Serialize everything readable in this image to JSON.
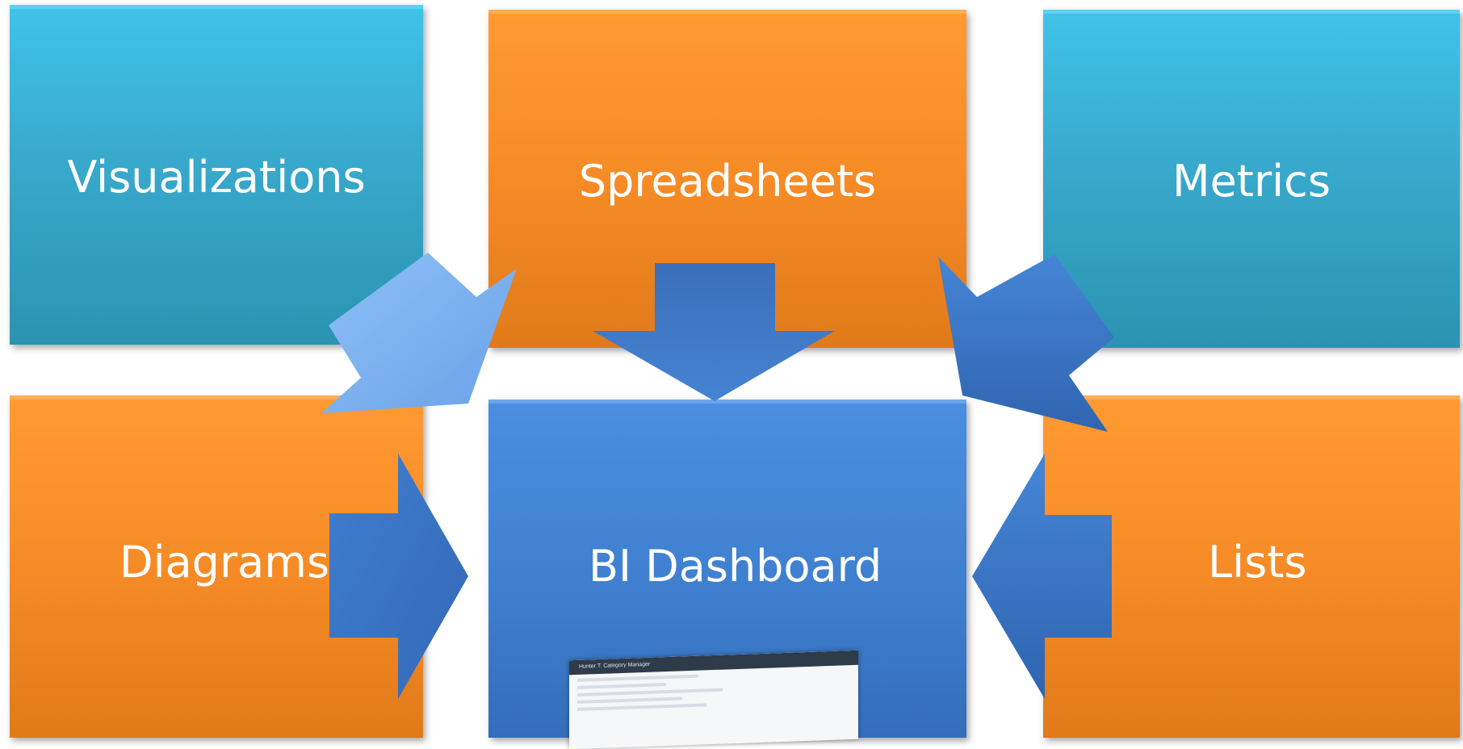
{
  "diagram": {
    "tiles": {
      "visualizations": "Visualizations",
      "spreadsheets": "Spreadsheets",
      "metrics": "Metrics",
      "diagrams": "Diagrams",
      "lists": "Lists",
      "bi_dashboard": "BI Dashboard"
    },
    "colors": {
      "teal": "#3bb3d8",
      "orange": "#f7901e",
      "blue": "#3f7fcf",
      "arrow_light": "#7ab0f0",
      "arrow_dark": "#3a72c4"
    },
    "dashboard_thumbnail": {
      "title": "Hunter T. Category Manager"
    }
  }
}
